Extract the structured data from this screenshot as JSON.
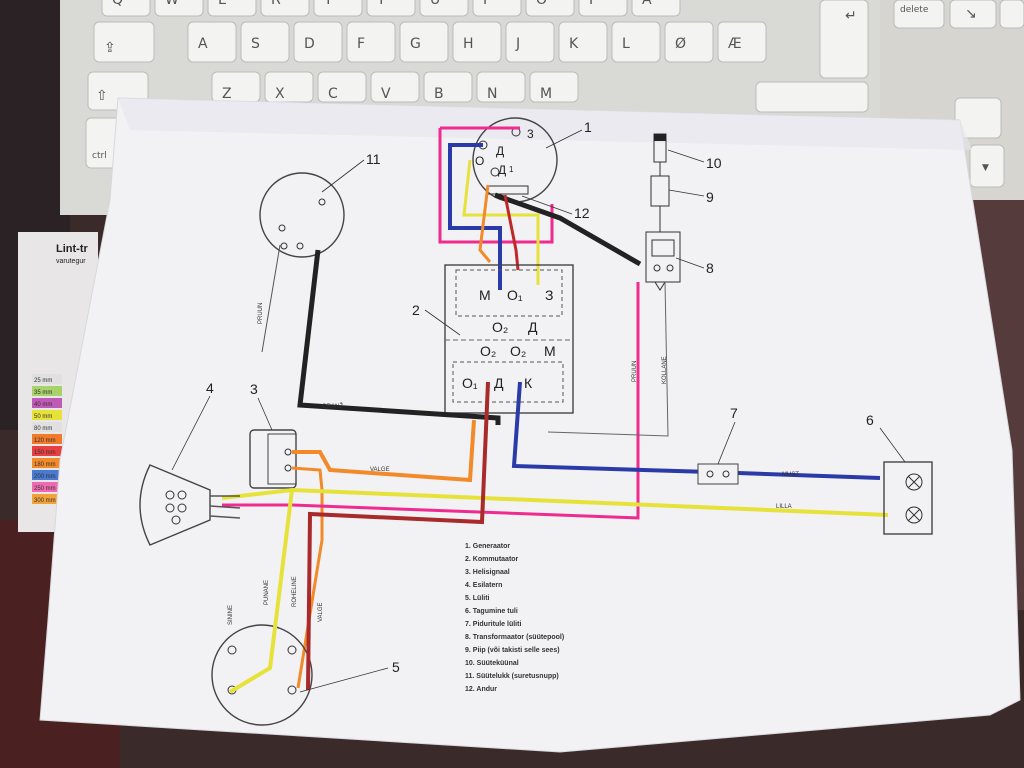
{
  "keyboard": {
    "row1": [
      "Q",
      "W",
      "E",
      "R",
      "T",
      "Y",
      "U",
      "I",
      "O",
      "P",
      "Å"
    ],
    "row2": [
      "A",
      "S",
      "D",
      "F",
      "G",
      "H",
      "J",
      "K",
      "L",
      "Ø",
      "Æ"
    ],
    "row3": [
      "Z",
      "X",
      "C",
      "V",
      "B",
      "N",
      "M"
    ],
    "ctrl": "ctrl",
    "delete": "delete"
  },
  "background_card": {
    "title": "Lint-tr",
    "subtitle": "varutegur",
    "sizes": [
      "25 mm",
      "35 mm",
      "40 mm",
      "50 mm",
      "80 mm",
      "120 mm",
      "150 mm",
      "180 mm",
      "200 mm",
      "250 mm",
      "300 mm"
    ]
  },
  "diagram": {
    "component_numbers": [
      "1",
      "2",
      "3",
      "4",
      "5",
      "6",
      "7",
      "8",
      "9",
      "10",
      "11",
      "12"
    ],
    "generator_terminals": [
      "3",
      "Д",
      "Д",
      "О",
      "1"
    ],
    "commutator_top_terms": [
      "М",
      "О₁",
      "З"
    ],
    "commutator_mid_terms": [
      "О₂",
      "Д"
    ],
    "commutator_low_terms": [
      "О₂",
      "О₂",
      "М"
    ],
    "commutator_bot_terms": [
      "О₁",
      "Д",
      "К"
    ],
    "wire_labels": {
      "pruun": "PRUUN",
      "oranz": "ORANŽ",
      "valge": "VALGE",
      "pruun2": "PRUUN",
      "kollane": "KOLLANE",
      "must": "MUST",
      "lilla": "LILLA",
      "sinine": "SININE",
      "punane": "PUNANE",
      "roheline": "ROHELINE",
      "valge2": "VALGE"
    },
    "legend": [
      "1. Generaator",
      "2. Kommutaator",
      "3. Helisignaal",
      "4. Esilatern",
      "5. Lüliti",
      "6. Tagumine tuli",
      "7. Piduritule lüliti",
      "8. Transformaator (süütepool)",
      "9. Piip (või takisti selle sees)",
      "10. Süüteküünal",
      "11. Süütelukk (suretusnupp)",
      "12. Andur"
    ]
  }
}
